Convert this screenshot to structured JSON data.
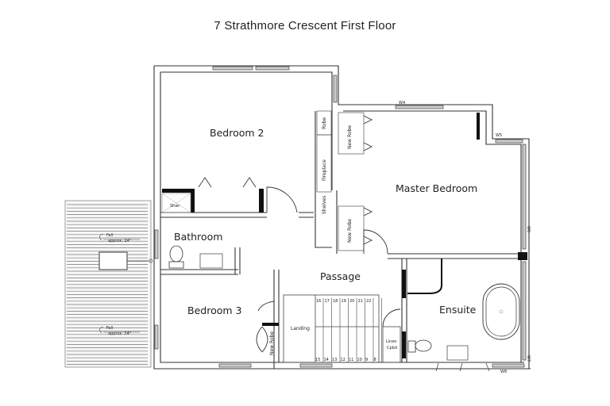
{
  "title": "7 Strathmore Crescent First Floor",
  "rooms": {
    "bedroom2": "Bedroom 2",
    "master": "Master Bedroom",
    "bathroom": "Bathroom",
    "passage": "Passage",
    "bedroom3": "Bedroom 3",
    "ensuite": "Ensuite",
    "landing": "Landing"
  },
  "fixtures": {
    "robe": "Robe",
    "fireplace": "Fireplace",
    "shelves": "Shelves",
    "new_robe_top": "New Robe",
    "new_robe_mid": "New Robe",
    "new_robe_bed3": "New Robe",
    "shower": "Shwr",
    "linen_1": "Linen",
    "linen_2": "Cpbd"
  },
  "deck": {
    "fall_1a": "Fall",
    "fall_1b": "approx. 24°",
    "fall_2a": "Fall",
    "fall_2b": "approx. 24°"
  },
  "windows": {
    "w4": "W4",
    "w5": "W5",
    "w6": "W6",
    "w7": "W7",
    "w8": "W8"
  },
  "stairs": {
    "upper": [
      "16",
      "17",
      "18",
      "19",
      "20",
      "21",
      "22"
    ],
    "lower": [
      "15",
      "14",
      "13",
      "12",
      "11",
      "10",
      "9",
      "8"
    ]
  }
}
